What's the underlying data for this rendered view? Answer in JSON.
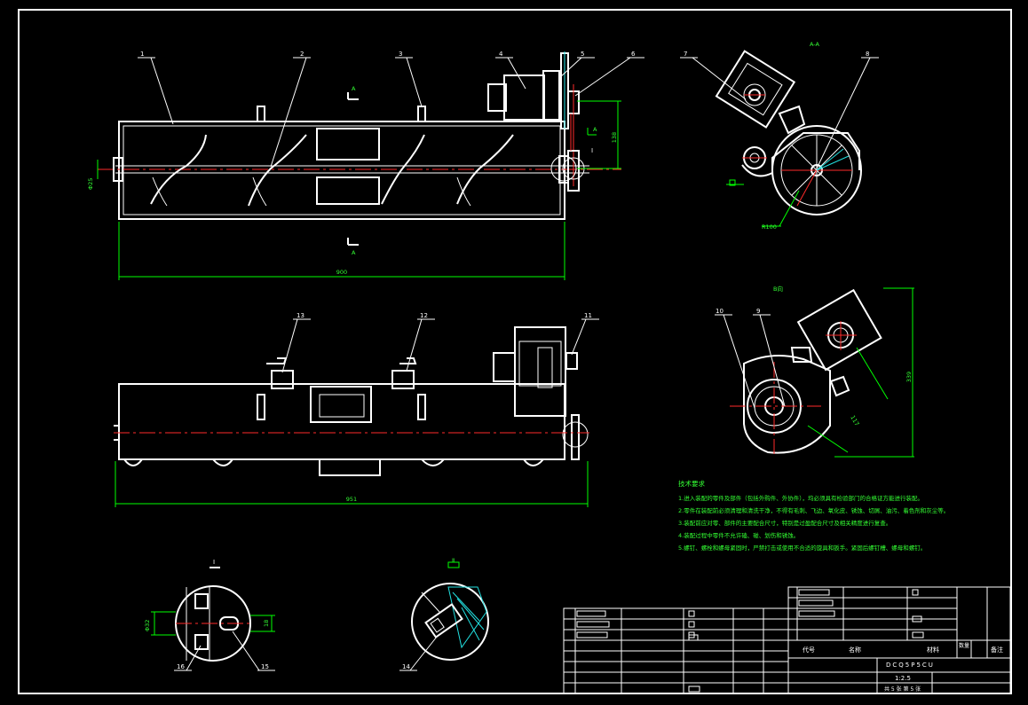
{
  "colors": {
    "background": "#000000",
    "outline": "#ffffff",
    "dimension": "#00ff00",
    "centerline": "#ff2a2a",
    "hatch": "#22e0e0",
    "notes": "#33ff33"
  },
  "views": {
    "front": {
      "dim_length": "900",
      "dim_height": "138",
      "dim_dia": "Φ25",
      "section_mark": "A",
      "detail_mark": "I"
    },
    "section_aa": {
      "title": "A-A",
      "radius": "R100"
    },
    "top": {
      "dim_length": "951"
    },
    "b_view": {
      "title": "B向",
      "dim_a": "339",
      "dim_b": "117"
    },
    "detail_i": {
      "title": "I",
      "dim_a": "Φ32",
      "dim_b": "18"
    },
    "detail_ii": {
      "title": "Ⅱ"
    }
  },
  "part_labels": [
    "1",
    "2",
    "3",
    "4",
    "5",
    "6",
    "7",
    "8",
    "9",
    "10",
    "11",
    "12",
    "13",
    "14",
    "15",
    "16"
  ],
  "notes": {
    "title": "技术要求",
    "lines": [
      "1.进入装配的零件及部件（包括外购件、外协件），均必须具有检验部门的合格证方能进行装配。",
      "2.零件在装配前必须清理和清洗干净，不得有毛刺、飞边、氧化皮、锈蚀、切屑、油污、着色剂和灰尘等。",
      "3.装配前应对零、部件的主要配合尺寸，特别是过盈配合尺寸及相关精度进行复查。",
      "4.装配过程中零件不允许磕、碰、划伤和锈蚀。",
      "5.螺钉、螺栓和螺母紧固时，严禁打击或使用不合适的旋具和扳手。紧固后螺钉槽、螺母和螺钉。"
    ]
  },
  "title_block": {
    "headers": [
      "代号",
      "名称",
      "数量",
      "材料",
      "备注"
    ],
    "scale": "1:2.5",
    "drawing_no": "DCQ5P5CU",
    "sheet": "共 5 张  第 5 张"
  }
}
